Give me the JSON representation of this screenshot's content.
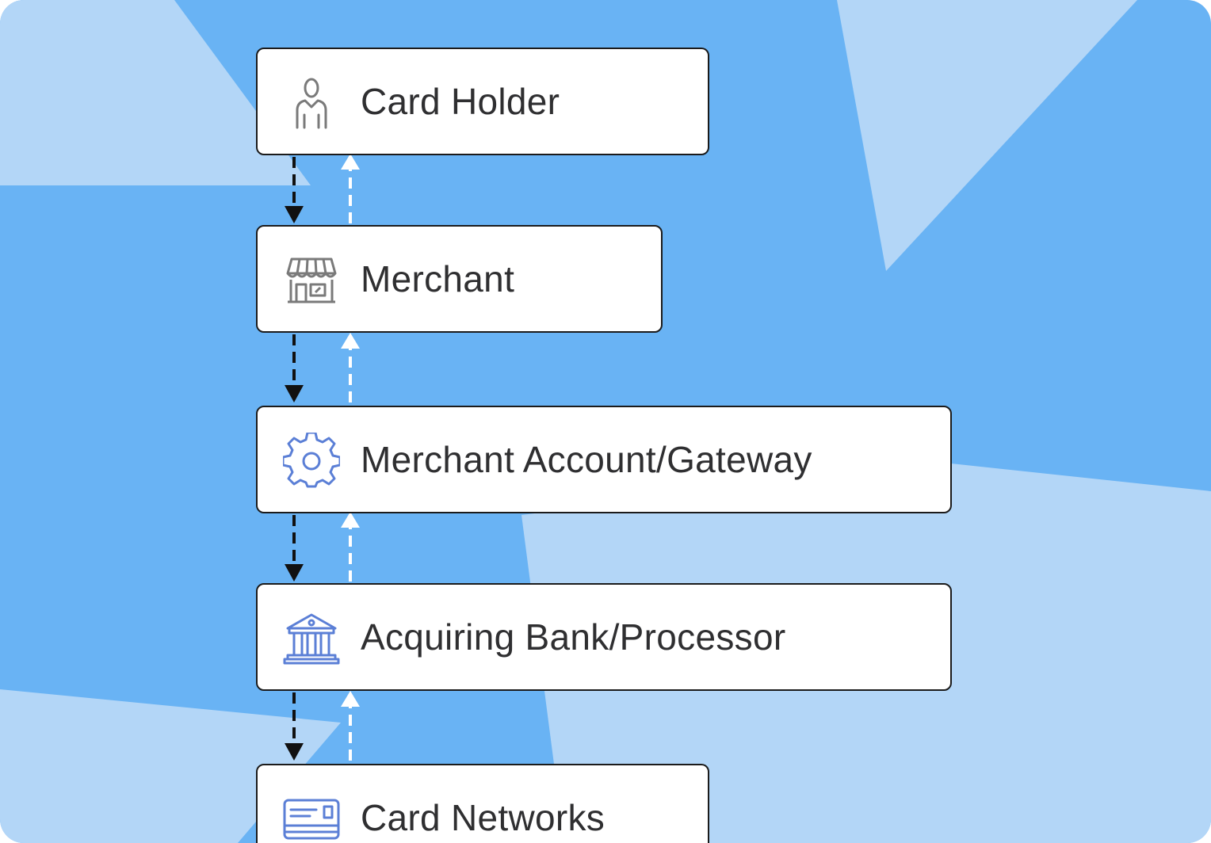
{
  "colors": {
    "background": "#69b3f4",
    "background_light": "#b3d6f7",
    "box_border": "#1b1b1b",
    "text": "#2f2f31",
    "icon_gray": "#7a7a7a",
    "icon_blue": "#5b7fd6",
    "arrow_down": "#111111",
    "arrow_up": "#ffffff"
  },
  "diagram": {
    "nodes": [
      {
        "label": "Card Holder",
        "icon": "person-icon"
      },
      {
        "label": "Merchant",
        "icon": "storefront-icon"
      },
      {
        "label": "Merchant Account/Gateway",
        "icon": "gear-icon"
      },
      {
        "label": "Acquiring Bank/Processor",
        "icon": "bank-icon"
      },
      {
        "label": "Card Networks",
        "icon": "credit-card-icon"
      }
    ],
    "connectors": [
      {
        "from": "Card Holder",
        "to": "Merchant",
        "style": "dashed",
        "bidirectional": true
      },
      {
        "from": "Merchant",
        "to": "Merchant Account/Gateway",
        "style": "dashed",
        "bidirectional": true
      },
      {
        "from": "Merchant Account/Gateway",
        "to": "Acquiring Bank/Processor",
        "style": "dashed",
        "bidirectional": true
      },
      {
        "from": "Acquiring Bank/Processor",
        "to": "Card Networks",
        "style": "dashed",
        "bidirectional": true
      }
    ]
  }
}
